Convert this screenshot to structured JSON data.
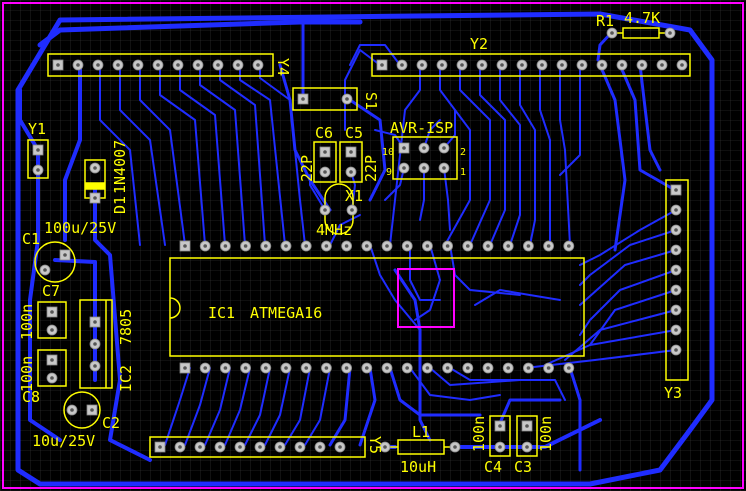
{
  "colors": {
    "background": "#000000",
    "grid": "#3c3c3c",
    "board_outline": "#ff00ff",
    "trace": "#1f2cff",
    "pad": "#c8c8c8",
    "silkscreen": "#ffff00",
    "highlight": "#ff00ff"
  },
  "labels": {
    "r1": "R1",
    "r1_value": "4.7K",
    "y1": "Y1",
    "y2": "Y2",
    "y3": "Y3",
    "y4": "Y4",
    "y5": "Y5",
    "s1": "S1",
    "d1": "D1",
    "d1_value": "1N4007",
    "c1": "C1",
    "c1_value": "100u/25V",
    "c2": "C2",
    "c2_value": "10u/25V",
    "c3": "C3",
    "c3_value": "100n",
    "c4": "C4",
    "c4_value": "100n",
    "c5": "C5",
    "c5_value": "22P",
    "c6": "C6",
    "c6_value": "22P",
    "c7": "C7",
    "c7_value": "100n",
    "c8": "C8",
    "c8_value": "100n",
    "ic1": "IC1",
    "ic1_value": "ATMEGA16",
    "ic2": "IC2",
    "ic2_value": "7805",
    "x1": "X1",
    "x1_value": "4MHz",
    "l1": "L1",
    "l1_value": "10uH",
    "avr_isp": "AVR-ISP",
    "isp_pin_1": "1",
    "isp_pin_2": "2",
    "isp_pin_9": "9",
    "isp_pin_10": "10"
  }
}
